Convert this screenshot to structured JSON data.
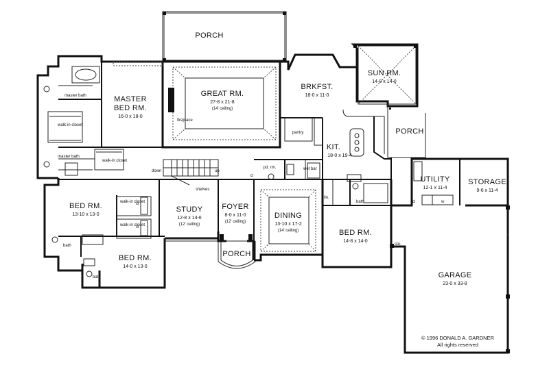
{
  "rooms": {
    "porch_rear": {
      "name": "PORCH"
    },
    "great_rm": {
      "name": "GREAT RM.",
      "dims": "27-8 x 21-8",
      "note": "(14' ceiling)"
    },
    "master_bed": {
      "name1": "MASTER",
      "name2": "BED RM.",
      "dims": "16-0 x 18-0"
    },
    "brkfst": {
      "name": "BRKFST.",
      "dims": "18-0 x 11-0"
    },
    "sun_rm": {
      "name": "SUN RM.",
      "dims": "14-0 x 14-0"
    },
    "porch_side": {
      "name": "PORCH"
    },
    "kit": {
      "name": "KIT.",
      "dims": "18-0 x 19-4"
    },
    "utility": {
      "name": "UTILITY",
      "dims": "12-1 x 11-4"
    },
    "storage": {
      "name": "STORAGE",
      "dims": "9-6 x 11-4"
    },
    "bed_left": {
      "name": "BED RM.",
      "dims": "13-10 x 13-0"
    },
    "study": {
      "name": "STUDY",
      "dims": "12-8 x 14-6",
      "note": "(12' ceiling)"
    },
    "foyer": {
      "name": "FOYER",
      "dims": "8-0 x 11-0",
      "note": "(12' ceiling)"
    },
    "dining": {
      "name": "DINING",
      "dims": "13-10 x 17-2",
      "note": "(14' ceiling)"
    },
    "bed_right": {
      "name": "BED RM.",
      "dims": "14-8 x 14-0"
    },
    "bed_bottom": {
      "name": "BED RM.",
      "dims": "14-0 x 13-0"
    },
    "porch_front": {
      "name": "PORCH"
    },
    "garage": {
      "name": "GARAGE",
      "dims": "23-0 x 33-8"
    }
  },
  "small_labels": {
    "master_bath_top": "master bath",
    "walk_in_closet_1": "walk-in closet",
    "master_bath_bottom": "master bath",
    "walk_in_closet_2": "walk-in closet",
    "fireplace": "fireplace",
    "pantry": "pantry",
    "down": "down",
    "up": "up",
    "shelves": "shelves",
    "pd_rm": "pd. rm.",
    "wet_bar": "wet bar",
    "cl_hall": "cl",
    "walk_in_closet_3": "walk-in closet",
    "walk_in_closet_4": "walk-in closet",
    "cl_a": "cl",
    "cl_b": "cl",
    "bath_left": "bath",
    "bath_bottom": "bath",
    "bath_right": "bath",
    "lin": "lin.",
    "cl_utility": "cl",
    "w": "w",
    "sto": "sto."
  },
  "copyright": {
    "line1": "© 1996 DONALD A. GARDNER",
    "line2": "All rights reserved"
  }
}
